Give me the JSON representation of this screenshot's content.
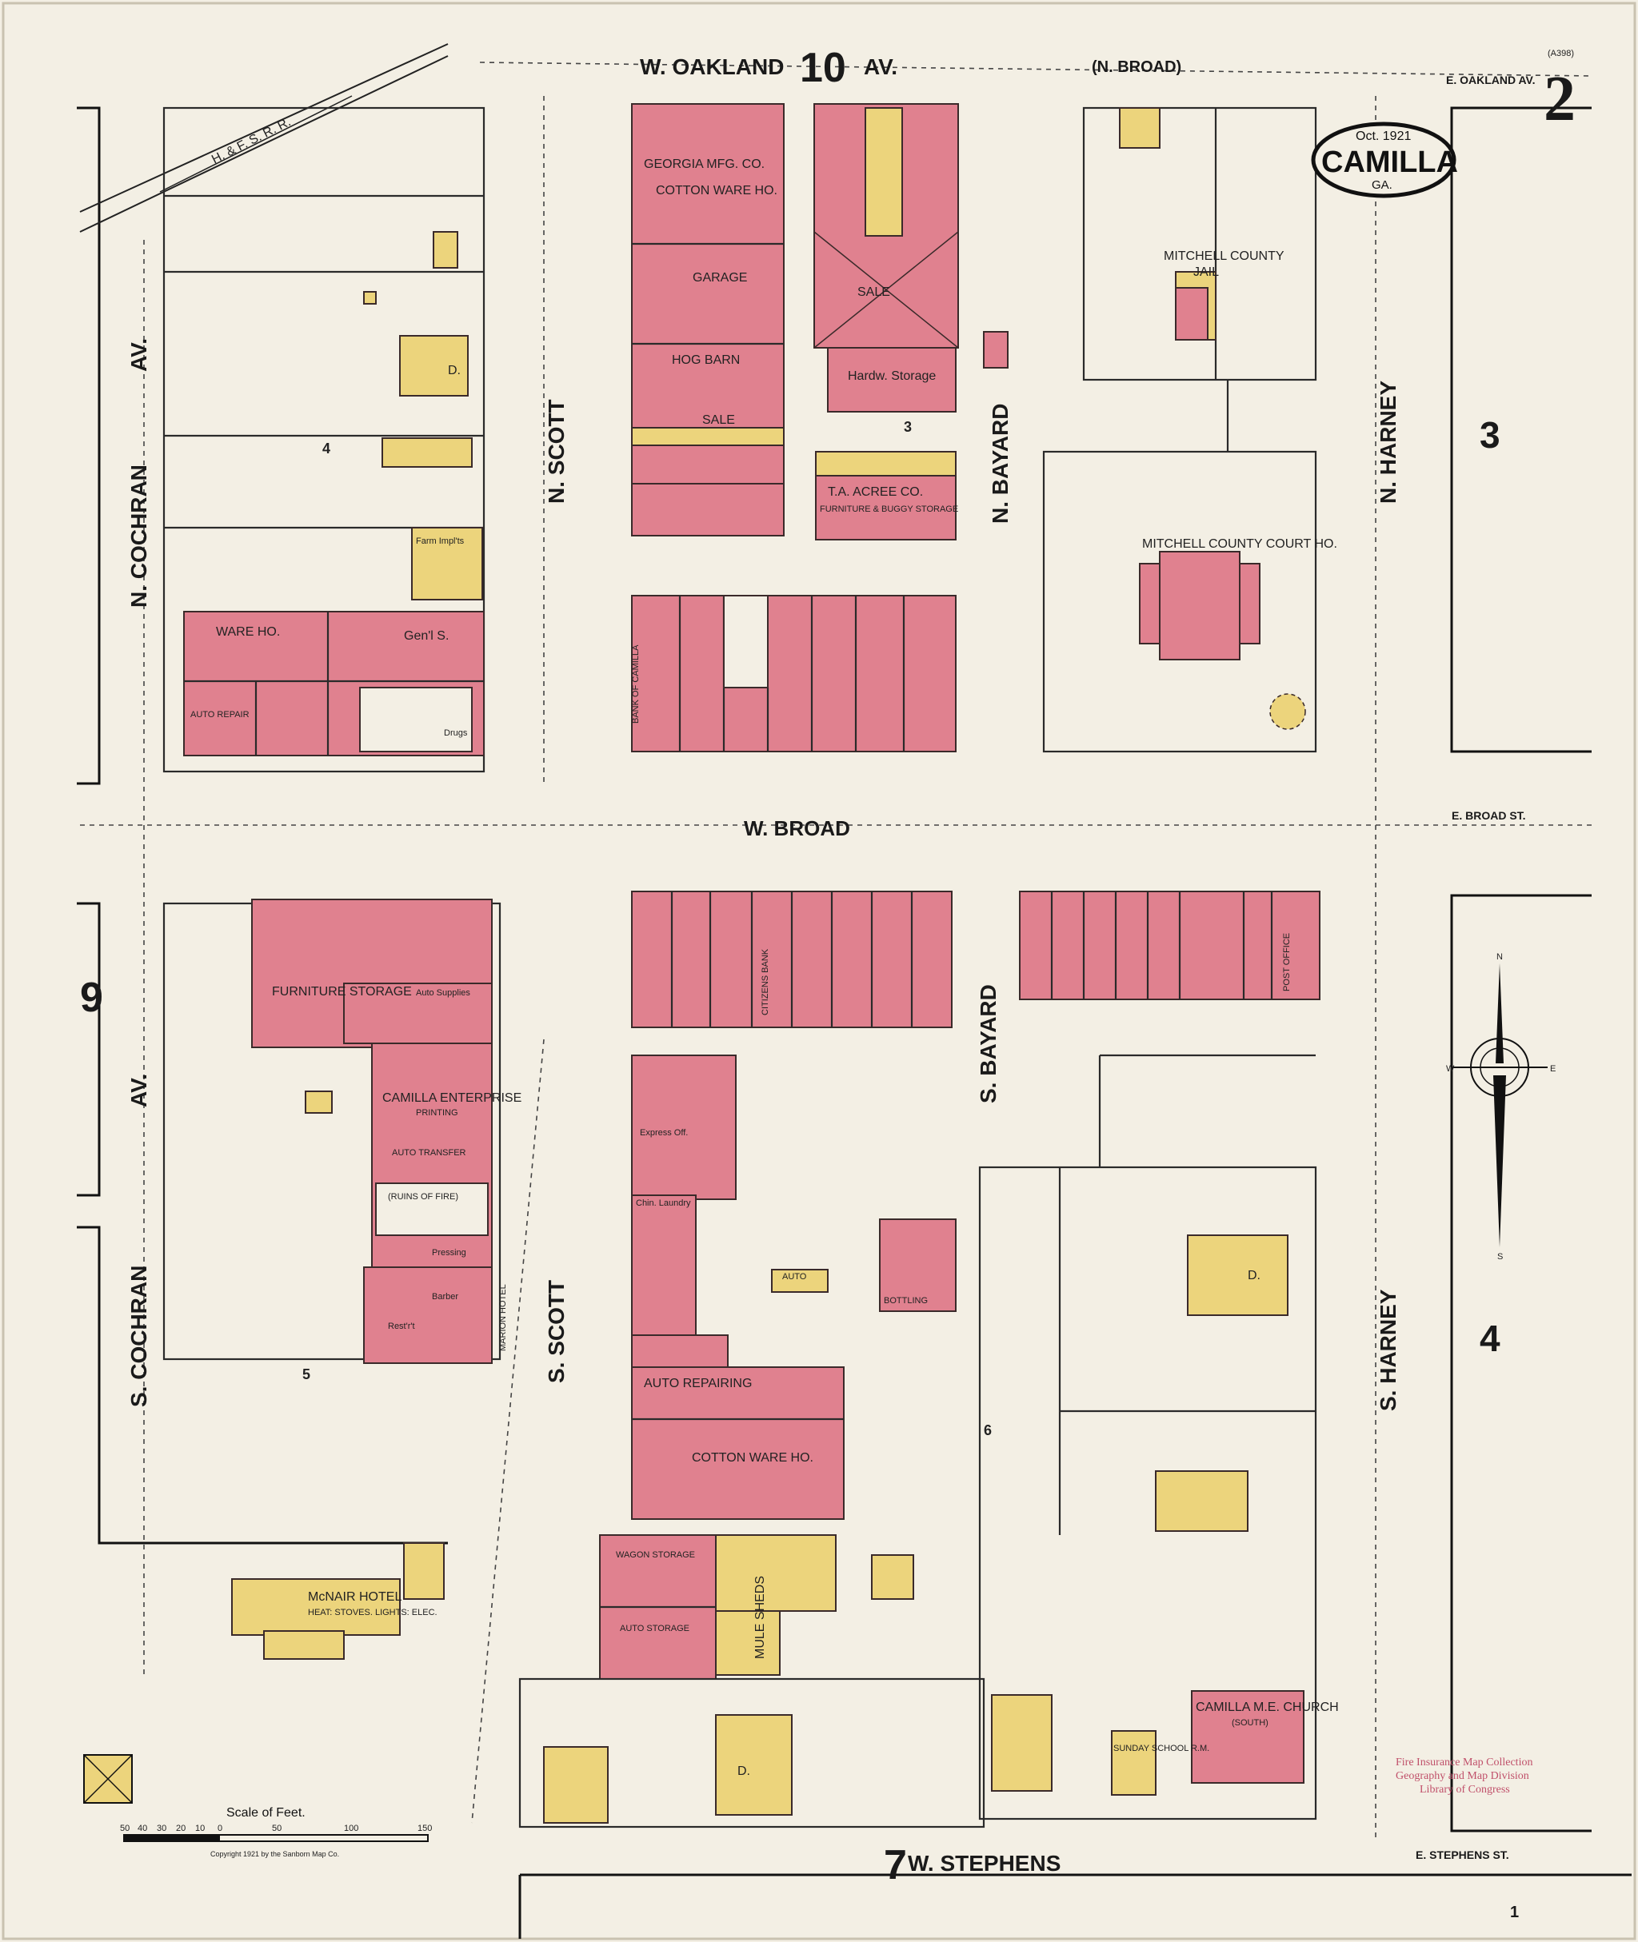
{
  "sheet": {
    "number": "2",
    "id": "(A398)",
    "copyright": "Copyright 1921 by the Sanborn Map Co."
  },
  "cartouche": {
    "date": "Oct. 1921",
    "city": "CAMILLA",
    "state": "GA."
  },
  "stamp": {
    "lines": [
      "Fire Insurance Map Collection",
      "Geography and Map Division",
      "Library of Congress"
    ]
  },
  "streets": {
    "w_oakland_left": "W. OAKLAND",
    "w_oakland_right": "AV.",
    "n_broad": "(N. BROAD)",
    "e_oakland": "E. OAKLAND AV.",
    "w_broad": "W. BROAD",
    "e_broad": "E. BROAD ST.",
    "n_cochran_name": "N. COCHRAN",
    "n_cochran_av": "AV.",
    "s_cochran_name": "S. COCHRAN",
    "s_cochran_av": "AV.",
    "n_scott": "N. SCOTT",
    "s_scott": "S. SCOTT",
    "n_bayard": "N. BAYARD",
    "s_bayard": "S. BAYARD",
    "n_harney": "N. HARNEY",
    "s_harney": "S. HARNEY",
    "w_stephens": "W. STEPHENS",
    "e_stephens": "E. STEPHENS ST.",
    "railroad": "H. & F. S. R. R."
  },
  "adjoining_sheets": {
    "top_center": "10",
    "left_mid": "9",
    "bottom_center": "7",
    "bottom_right": "1"
  },
  "block_numbers": {
    "b3_north": "3",
    "b3_east": "3",
    "b4_west": "4",
    "b4_east": "4",
    "b5": "5",
    "b6": "6"
  },
  "labels": {
    "georgia_mfg": "GEORGIA MFG. CO.",
    "cotton_ware_ho_1": "COTTON WARE HO.",
    "garage": "GARAGE",
    "hog_barn": "HOG BARN",
    "sale_1": "SALE",
    "sale_2": "SALE",
    "hardw_storage": "Hardw. Storage",
    "acree": "T.A. ACREE CO.",
    "acree_sub": "FURNITURE & BUGGY STORAGE",
    "mitchell_jail_1": "MITCHELL COUNTY",
    "mitchell_jail_2": "JAIL",
    "court_ho": "MITCHELL COUNTY COURT HO.",
    "ware_ho": "WARE HO.",
    "genl_s": "Gen'l S.",
    "farm_impl": "Farm Impl'ts",
    "auto_repair": "AUTO REPAIR",
    "drugs_1": "Drugs",
    "bank_camilla": "BANK OF CAMILLA",
    "furniture_storage": "FURNITURE STORAGE",
    "auto_supplies": "Auto Supplies",
    "camilla_enterprise": "CAMILLA ENTERPRISE",
    "printing": "PRINTING",
    "auto_transfer": "AUTO TRANSFER",
    "ruins": "(RUINS OF FIRE)",
    "pressing": "Pressing",
    "barber": "Barber",
    "restrt": "Rest'r't",
    "marion_hotel": "MARION HOTEL",
    "citizens_bank": "CITIZENS BANK",
    "post_office": "POST OFFICE",
    "express_off": "Express Off.",
    "chin_laundry": "Chin. Laundry",
    "auto_repairing": "AUTO REPAIRING",
    "cotton_ware_ho_2": "COTTON WARE HO.",
    "auto": "AUTO",
    "bottling": "BOTTLING",
    "mcnair_hotel": "McNAIR HOTEL",
    "mcnair_sub": "HEAT: STOVES. LIGHTS: ELEC.",
    "wagon_storage": "WAGON STORAGE",
    "auto_storage": "AUTO STORAGE",
    "mule_sheds": "MULE SHEDS",
    "church": "CAMILLA M.E. CHURCH",
    "church_sub": "(SOUTH)",
    "sunday_school": "SUNDAY SCHOOL R.M.",
    "d": "D."
  },
  "scale": {
    "title": "Scale of Feet.",
    "ticks": [
      "50",
      "40",
      "30",
      "20",
      "10",
      "0",
      "50",
      "100",
      "150"
    ]
  },
  "compass": {
    "n": "N",
    "s": "S",
    "e": "E",
    "w": "W"
  },
  "colors": {
    "brick": "#e0818f",
    "frame": "#ecd47c",
    "paper": "#f3efe4",
    "ink": "#1a1a1a",
    "stamp": "#c0506a"
  }
}
